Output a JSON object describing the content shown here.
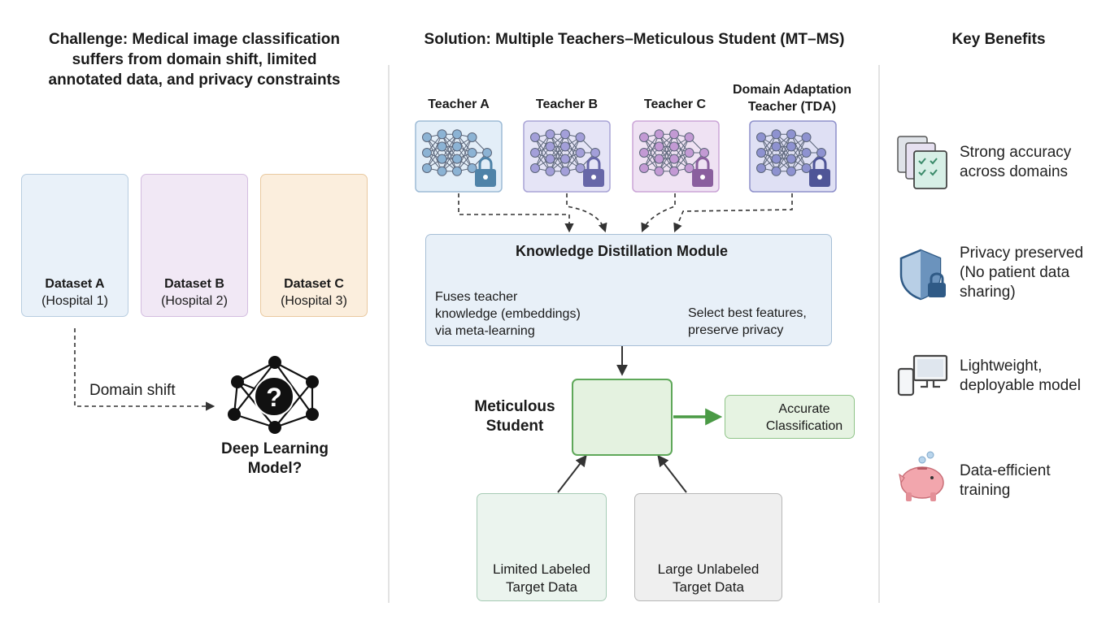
{
  "challenge": {
    "title_lines": [
      "Challenge: Medical image classification",
      "suffers from domain shift, limited",
      "annotated data, and privacy constraints"
    ],
    "datasets": [
      {
        "name": "Dataset A",
        "site": "(Hospital 1)",
        "icon": "heart-icon",
        "bg": "#e9f1f9",
        "border": "#b8cde0"
      },
      {
        "name": "Dataset B",
        "site": "(Hospital 2)",
        "icon": "brain-icon",
        "bg": "#f1e8f5",
        "border": "#d4bde0"
      },
      {
        "name": "Dataset C",
        "site": "(Hospital 3)",
        "icon": "lungs-icon",
        "bg": "#fbeedd",
        "border": "#e9c9a0"
      }
    ],
    "domain_shift_label": "Domain shift",
    "model_label_lines": [
      "Deep Learning",
      "Model?"
    ]
  },
  "solution": {
    "title": "Solution: Multiple Teachers–Meticulous Student (MT–MS)",
    "teachers": [
      {
        "name": "Teacher A",
        "bg": "#e3eef8",
        "border": "#9dbbd6",
        "node": "#8cb3d4",
        "lock": "#4f83a8"
      },
      {
        "name": "Teacher B",
        "bg": "#e5e4f6",
        "border": "#a9a4d6",
        "node": "#a39fd9",
        "lock": "#6767a8"
      },
      {
        "name": "Teacher C",
        "bg": "#efe2f3",
        "border": "#cba5d7",
        "node": "#c39ad4",
        "lock": "#8a5f9e"
      },
      {
        "name_lines": [
          "Domain Adaptation",
          "Teacher (TDA)"
        ],
        "bg": "#dfe0f4",
        "border": "#8d8fca",
        "node": "#8e92d0",
        "lock": "#4f5597"
      }
    ],
    "kd": {
      "title": "Knowledge Distillation Module",
      "left_lines": [
        "Fuses teacher",
        "knowledge (embeddings)",
        "via meta-learning"
      ],
      "right_lines": [
        "Select best features,",
        "preserve privacy"
      ]
    },
    "student_lines": [
      "Meticulous",
      "Student"
    ],
    "output_lines": [
      "Accurate",
      "Classification"
    ],
    "labeled_lines": [
      "Limited Labeled",
      "Target Data"
    ],
    "unlabeled_lines": [
      "Large Unlabeled",
      "Target Data"
    ]
  },
  "benefits": {
    "title": "Key Benefits",
    "items": [
      {
        "icon": "checklist-documents-icon",
        "lines": [
          "Strong accuracy",
          "across domains"
        ]
      },
      {
        "icon": "shield-lock-icon",
        "lines": [
          "Privacy preserved",
          "(No patient data",
          "sharing)"
        ]
      },
      {
        "icon": "devices-icon",
        "lines": [
          "Lightweight,",
          "deployable model"
        ]
      },
      {
        "icon": "piggy-bank-icon",
        "lines": [
          "Data-efficient",
          "training"
        ]
      }
    ]
  },
  "colors": {
    "arrow": "#333333",
    "student_green": "#4a9a45",
    "check_green": "#3c9a4a"
  }
}
